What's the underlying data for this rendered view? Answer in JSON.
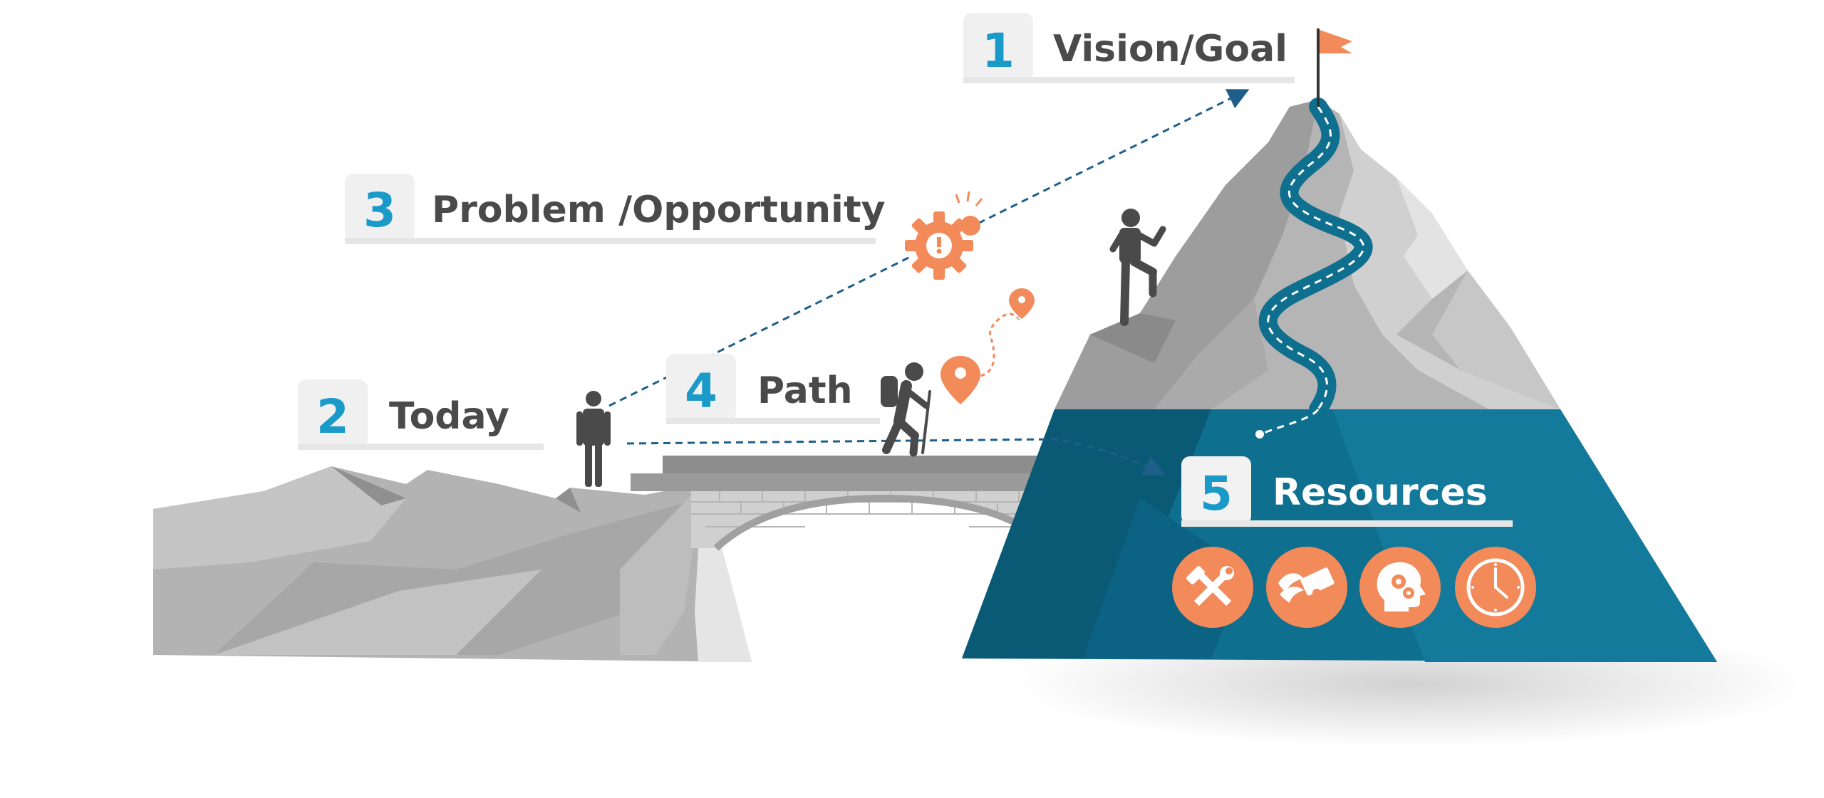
{
  "steps": [
    {
      "number": "1",
      "label": "Vision/Goal"
    },
    {
      "number": "2",
      "label": "Today"
    },
    {
      "number": "3",
      "label": "Problem /Opportunity"
    },
    {
      "number": "4",
      "label": "Path"
    },
    {
      "number": "5",
      "label": "Resources"
    }
  ],
  "icons": {
    "flag": "flag-icon",
    "person_today": "person-standing-icon",
    "problem": "gear-alert-icon",
    "location_pins": "location-pin-icon",
    "hiker": "hiker-icon",
    "climber": "climbing-person-icon",
    "resources": [
      "tools-icon",
      "money-wings-icon",
      "head-gears-icon",
      "clock-icon"
    ]
  },
  "colors": {
    "teal": "#0e6f8f",
    "teal_dark": "#0a5a76",
    "accent": "#f28a5a",
    "number": "#1a9ac9",
    "label": "#4a4a4a",
    "rock": "#b9b9b9",
    "dash": "#1e5f8a"
  }
}
